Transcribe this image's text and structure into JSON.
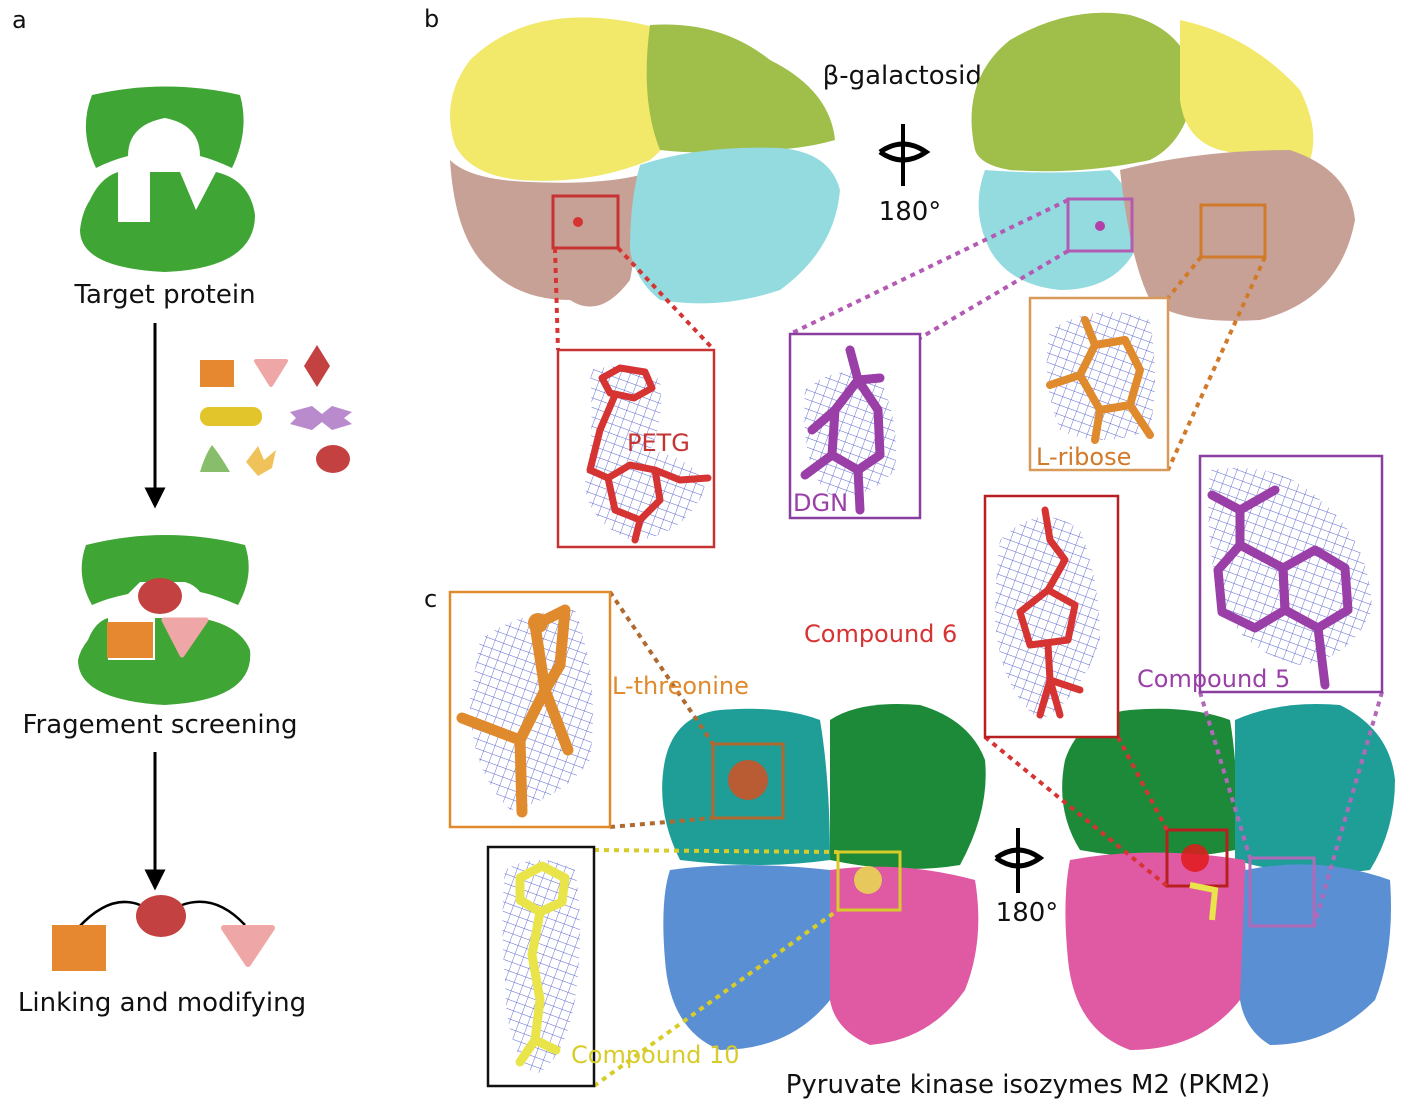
{
  "panel_a": {
    "letter": "a",
    "steps": [
      "Target protein",
      "Fragement screening",
      "Linking and modifying"
    ]
  },
  "panel_b": {
    "letter": "b",
    "protein": "β-galactosidase",
    "rotation": "180°",
    "ligands": [
      "PETG",
      "DGN",
      "L-ribose"
    ]
  },
  "panel_c": {
    "letter": "c",
    "protein": "Pyruvate kinase isozymes M2 (PKM2)",
    "rotation": "180°",
    "ligands": [
      "L-threonine",
      "Compound 6",
      "Compound 5",
      "Compound 10"
    ]
  },
  "colors": {
    "target_green": "#3fa535",
    "fragment_orange": "#e6882f",
    "fragment_pink": "#eea6a6",
    "fragment_red": "#c44141",
    "ligand_red": "#d63333",
    "ligand_purple": "#9a3fa8",
    "ligand_orange": "#e08a2e",
    "ligand_yellow": "#d8cc2a",
    "mesh_blue": "#3b48c8"
  }
}
